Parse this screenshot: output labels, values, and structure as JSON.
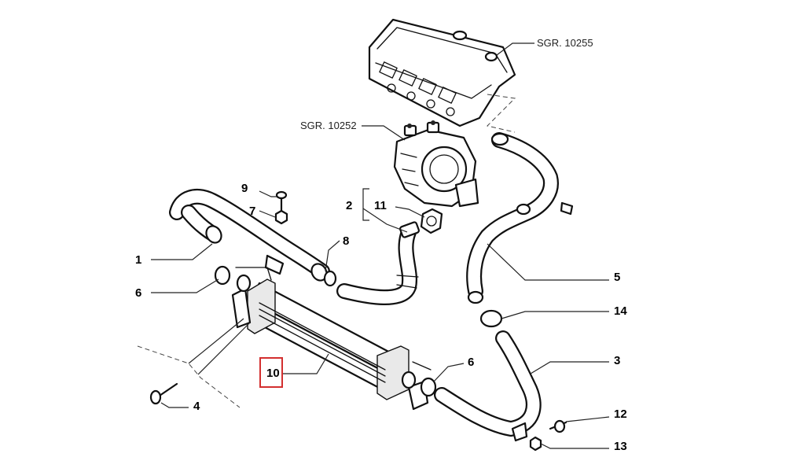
{
  "diagram": {
    "ref_labels": {
      "intake_manifold": "SGR. 10255",
      "turbocharger": "SGR. 10252"
    },
    "callouts": [
      {
        "id": "1",
        "text": "1"
      },
      {
        "id": "2",
        "text": "2"
      },
      {
        "id": "3",
        "text": "3"
      },
      {
        "id": "4",
        "text": "4"
      },
      {
        "id": "5",
        "text": "5"
      },
      {
        "id": "6a",
        "text": "6"
      },
      {
        "id": "6b",
        "text": "6"
      },
      {
        "id": "7",
        "text": "7"
      },
      {
        "id": "8",
        "text": "8"
      },
      {
        "id": "9",
        "text": "9"
      },
      {
        "id": "10",
        "text": "10"
      },
      {
        "id": "11",
        "text": "11"
      },
      {
        "id": "12",
        "text": "12"
      },
      {
        "id": "13",
        "text": "13"
      },
      {
        "id": "14",
        "text": "14"
      }
    ],
    "highlighted_part": "9",
    "highlight_color": "#d32f2f"
  }
}
